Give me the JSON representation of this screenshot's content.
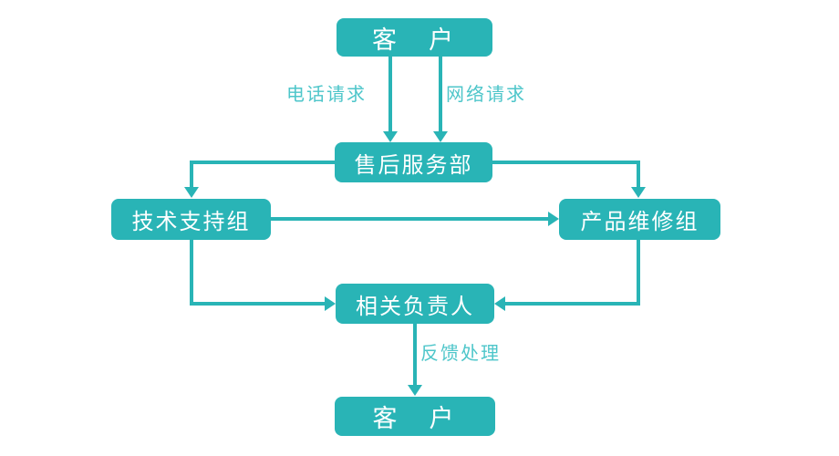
{
  "diagram": {
    "title_semantic": "after-sales-service-flowchart",
    "colors": {
      "background": "#ffffff",
      "accent": "#29b4b6",
      "edge_label": "#4ec6ca",
      "node_text": "#ffffff"
    },
    "nodes": {
      "customer_top": "客　户",
      "after_sales": "售后服务部",
      "tech_support": "技术支持组",
      "product_repair": "产品维修组",
      "responsible": "相关负责人",
      "customer_bottom": "客　户"
    },
    "edge_labels": {
      "phone_request": "电话请求",
      "network_request": "网络请求",
      "feedback": "反馈处理"
    }
  }
}
